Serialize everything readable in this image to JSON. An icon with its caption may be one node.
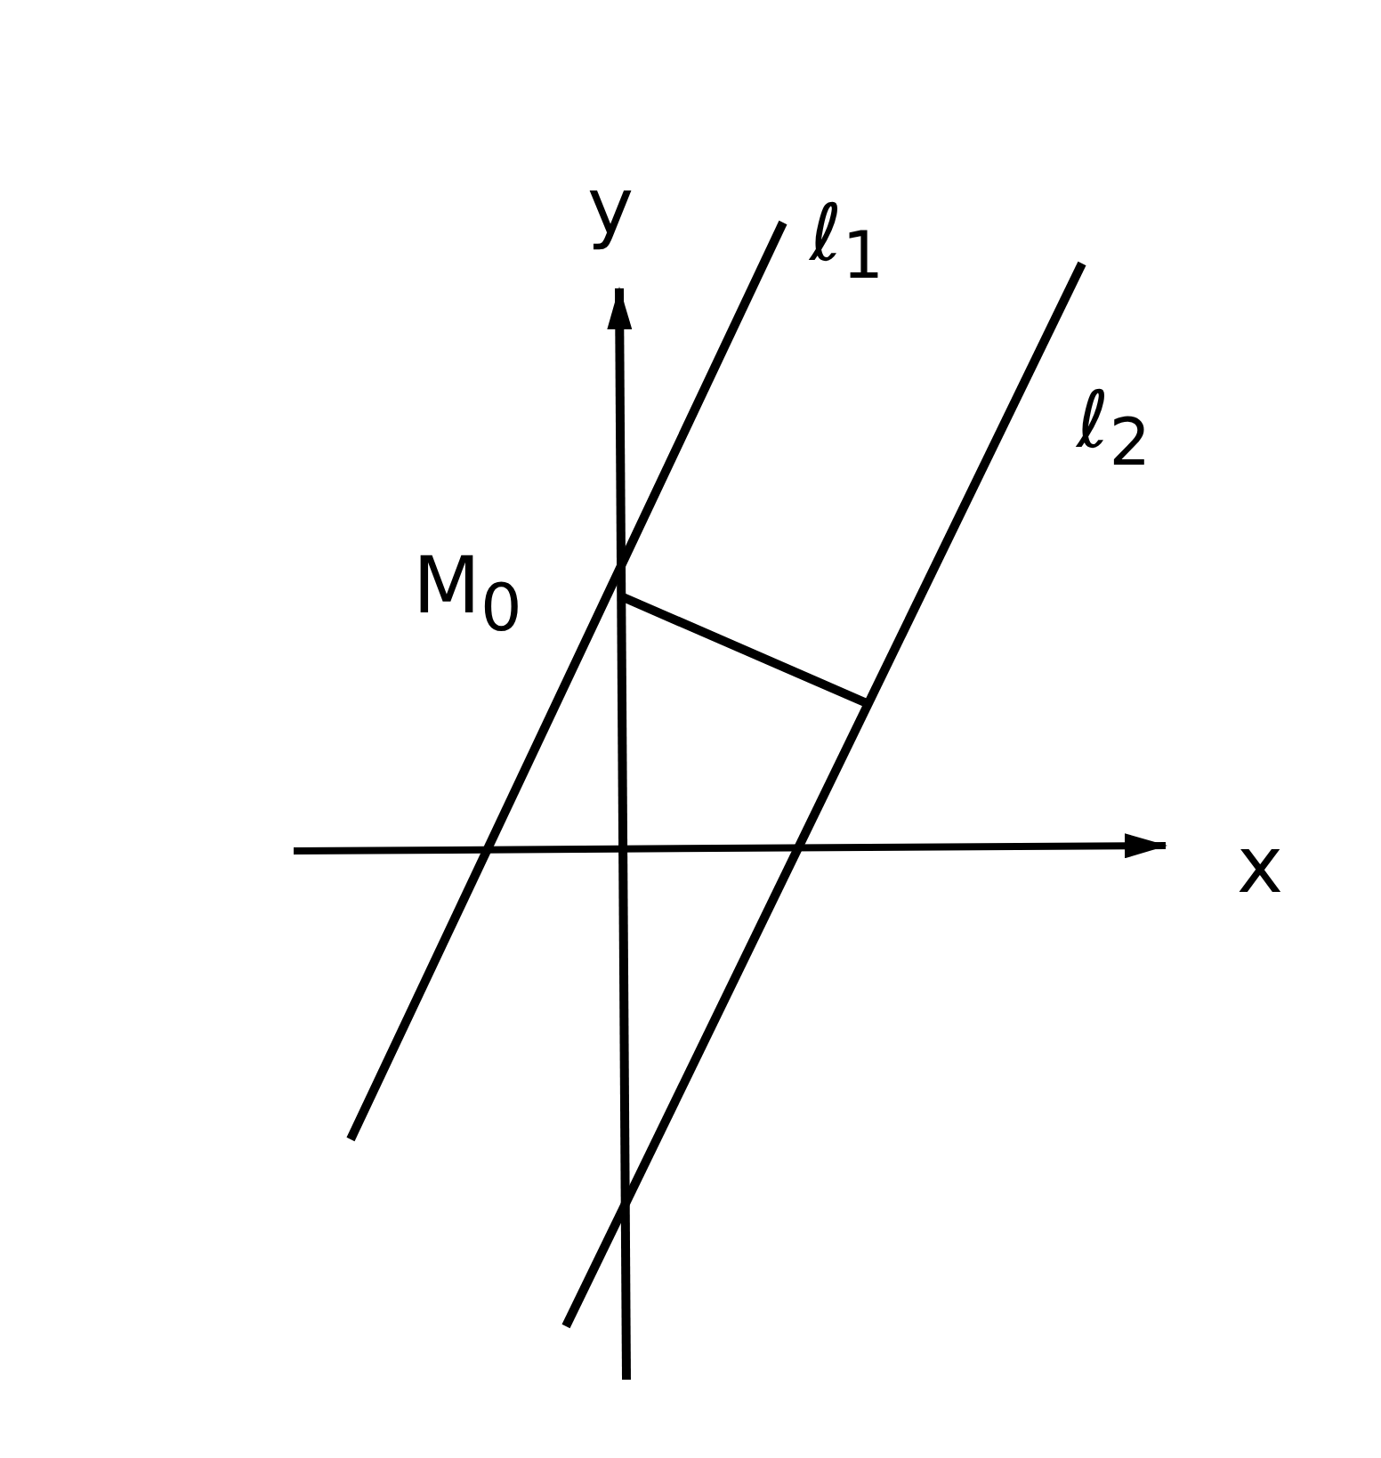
{
  "diagram": {
    "labels": [
      "y",
      "ℓ$_{1}$",
      "ℓ$_{2}$",
      "M$_{0}$",
      "x"
    ]
  }
}
